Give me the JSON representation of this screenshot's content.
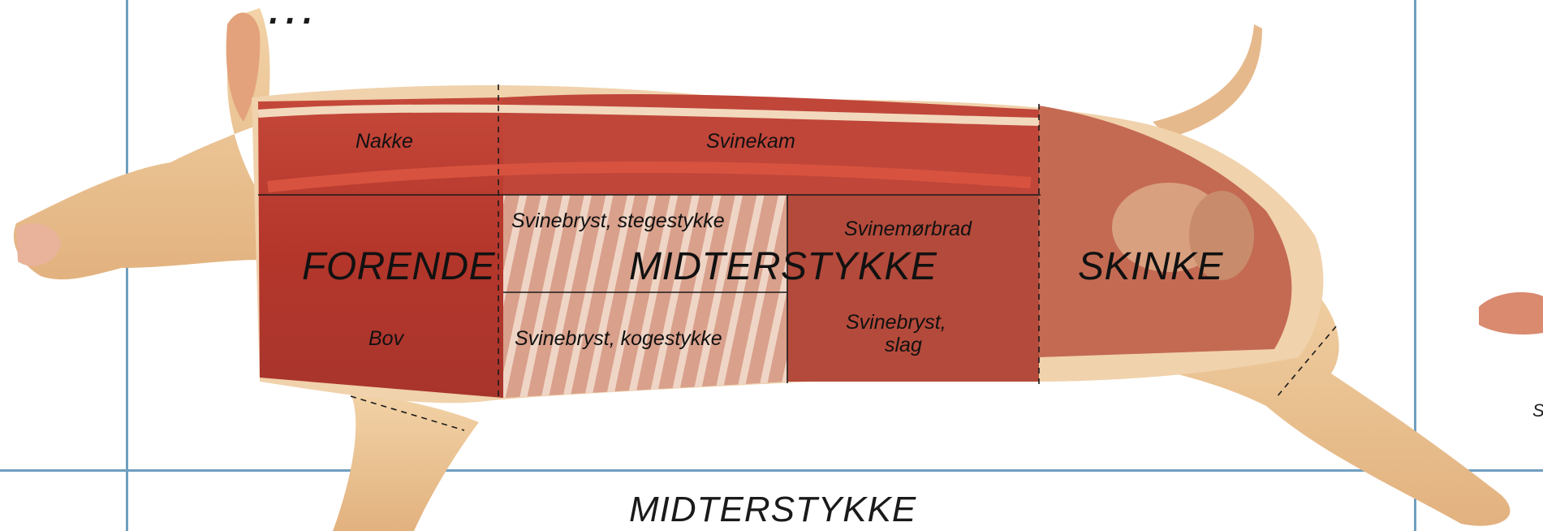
{
  "title": "...",
  "cuts": {
    "nakke": "Nakke",
    "svinekam": "Svinekam",
    "stegestykke": "Svinebryst, stegestykke",
    "moerbrad": "Svinemørbrad",
    "bov": "Bov",
    "kogestykke": "Svinebryst, kogestykke",
    "slag_line1": "Svinebryst,",
    "slag_line2": "slag"
  },
  "sections": {
    "forende": "FORENDE",
    "midterstykke": "MIDTERSTYKKE",
    "skinke": "SKINKE"
  },
  "bottom_label": "MIDTERSTYKKE",
  "edge_letter": "S",
  "colors": {
    "frame": "#6f9fc0",
    "skin": "#e9c08c",
    "meat": "#b8372c",
    "fat": "#f1d6b6",
    "rib": "#dca68f"
  }
}
